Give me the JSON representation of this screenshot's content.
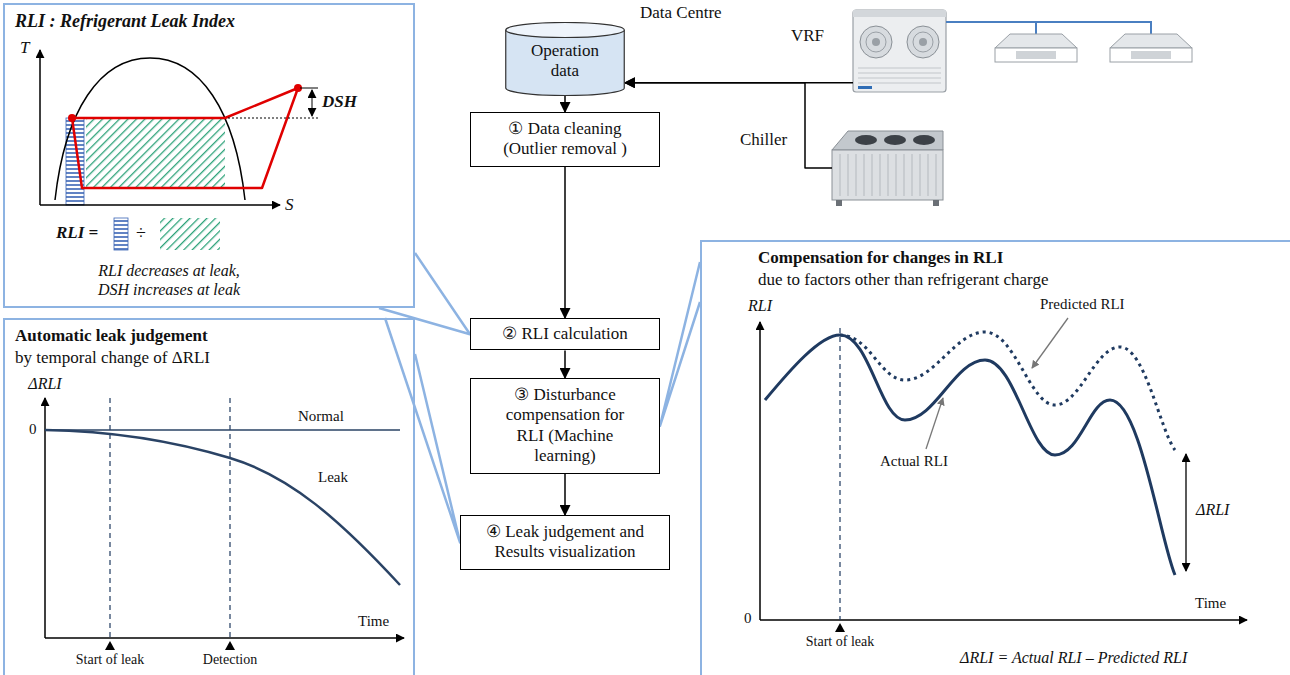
{
  "diagram": {
    "nodes": [
      {
        "text": [
          "RLI : Refrigerant Leak Index",
          "RLI decreases at leak, DSH increases at leak"
        ]
      },
      {
        "text": [
          "Operation data"
        ]
      },
      {
        "text": [
          "VRF"
        ]
      },
      {
        "text": [
          "Chiller"
        ]
      },
      {
        "text": [
          "① Data cleaning (Outlier removal )"
        ]
      },
      {
        "text": [
          "② RLI calculation"
        ]
      },
      {
        "text": [
          "Automatic leak judgement",
          "by temporal change of ΔRLI"
        ]
      },
      {
        "text": [
          "③ Disturbance compensation for RLI (Machine learning)"
        ]
      },
      {
        "text": [
          "Compensation for changes in RLI",
          "due to factors other than refrigerant charge"
        ]
      },
      {
        "text": [
          "④ Leak judgement and Results visualization"
        ]
      }
    ],
    "edges": [
      {
        "from": 2,
        "to": 1,
        "arrow": "to"
      },
      {
        "from": 3,
        "to": 1,
        "arrow": "to"
      },
      {
        "from": 1,
        "to": 4,
        "arrow": "to"
      },
      {
        "from": 4,
        "to": 5,
        "arrow": "to"
      },
      {
        "from": 5,
        "to": 7,
        "arrow": "to"
      },
      {
        "from": 7,
        "to": 9,
        "arrow": "to"
      },
      {
        "from": 0,
        "to": 5,
        "arrow": "none"
      },
      {
        "from": 8,
        "to": 7,
        "arrow": "none"
      },
      {
        "from": 6,
        "to": 9,
        "arrow": "none"
      }
    ],
    "labels": [
      "Data Centre",
      "T",
      "S",
      "DSH",
      "RLI =",
      "÷",
      "ΔRLI",
      "0",
      "Normal",
      "Leak",
      "Start of leak",
      "Detection",
      "Time",
      "RLI",
      "Predicted RLI",
      "Actual RLI",
      "ΔRLI",
      "0",
      "Start of leak",
      "Time",
      "ΔRLI = Actual RLI – Predicted RLI"
    ]
  }
}
